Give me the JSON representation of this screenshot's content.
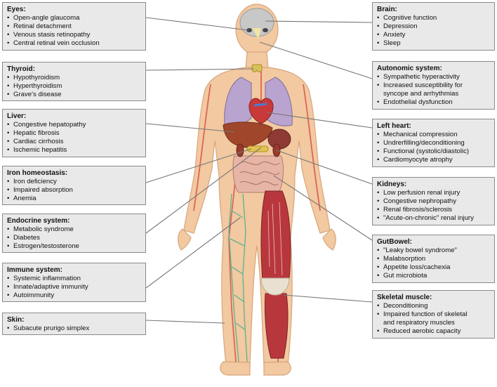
{
  "left_boxes": [
    {
      "id": "eyes",
      "title": "Eyes:",
      "items": [
        "Open-angle glaucoma",
        "Retinal detachment",
        "Venous stasis retinopathy",
        "Central retinal vein occlusion"
      ]
    },
    {
      "id": "thyroid",
      "title": "Thyroid:",
      "items": [
        "Hypothyroidism",
        "Hyperthyroidism",
        "Grave's disease"
      ]
    },
    {
      "id": "liver",
      "title": "Liver:",
      "items": [
        "Congestive hepatopathy",
        "Hepatic fibrosis",
        "Cardiac cirrhosis",
        "Ischemic hepatitis"
      ]
    },
    {
      "id": "iron",
      "title": "Iron homeostasis:",
      "items": [
        "Iron deficiency",
        "Impaired absorption",
        "Anemia"
      ]
    },
    {
      "id": "endocrine",
      "title": "Endocrine system:",
      "items": [
        "Metabolic syndrome",
        "Diabetes",
        "Estrogen/testosterone"
      ]
    },
    {
      "id": "immune",
      "title": "Immune system:",
      "items": [
        "Systemic inflammation",
        "Innate/adaptive immunity",
        "Autoimmunity"
      ]
    },
    {
      "id": "skin",
      "title": "Skin:",
      "items": [
        "Subacute prurigo simplex"
      ]
    }
  ],
  "right_boxes": [
    {
      "id": "brain",
      "title": "Brain:",
      "items": [
        "Cognitive function",
        "Depression",
        "Anxiety",
        "Sleep"
      ]
    },
    {
      "id": "autonomic",
      "title": "Autonomic system:",
      "items": [
        "Sympathetic hyperactivity",
        "Increased susceptibility for",
        "syncope and arrhythmias",
        "Endothelial dysfunction"
      ]
    },
    {
      "id": "left-heart",
      "title": "Left heart:",
      "items": [
        "Mechanical compression",
        "Undrerfilling/deconditioning",
        "Functional (systolic/diastolic)",
        "Cardiomyocyte atrophy"
      ]
    },
    {
      "id": "kidneys",
      "title": "Kidneys:",
      "items": [
        "Low perfusion renal injury",
        "Congestive nephropathy",
        "Renal fibrosis/sclerosis",
        "\"Acute-on-chronic\" renal injury"
      ]
    },
    {
      "id": "gutbowel",
      "title": "GutBowel:",
      "items": [
        "\"Leaky bowel syndrome\"",
        "Malabsorption",
        "Appetite loss/cachexia",
        "Gut microbiota"
      ]
    },
    {
      "id": "skeletal-muscle",
      "title": "Skeletal muscle:",
      "items": [
        "Deconditioning",
        "Impaired function of skeletal",
        "and respiratory muscles",
        "Reduced aerobic capacity"
      ]
    }
  ],
  "colors": {
    "box_fill": "#e9e9e9",
    "box_border": "#8a8a8a",
    "skin": "#f2c9a0",
    "lungs": "#b9a4cf",
    "heart": "#c83a3a",
    "liver": "#a0462a",
    "intestine": "#e7b5a6",
    "muscle": "#b8373d",
    "lymph": "#58b38f",
    "vessel": "#d9534f"
  }
}
